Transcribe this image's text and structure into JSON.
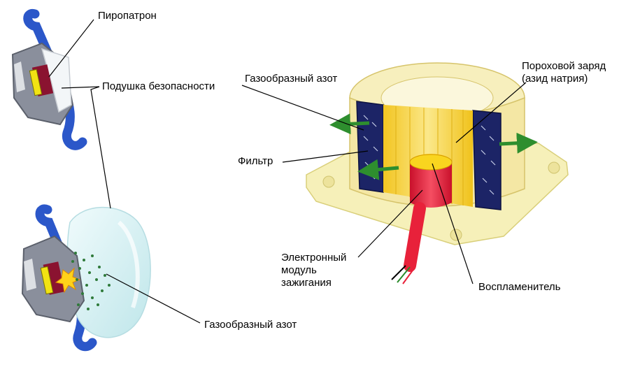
{
  "labels": {
    "pyro_cartridge": "Пиропатрон",
    "airbag": "Подушка безопасности",
    "nitrogen_gas_top": "Газообразный азот",
    "nitrogen_gas_bottom": "Газообразный азот",
    "powder_charge": "Пороховой заряд\n(азид натрия)",
    "filter": "Фильтр",
    "ignition_module": "Электронный\nмодуль\nзажигания",
    "igniter": "Воспламенитель"
  },
  "colors": {
    "steering_blue": "#2b57c9",
    "housing_gray": "#8a8f9c",
    "cartridge_yellow": "#f2e313",
    "cartridge_maroon": "#8a1330",
    "airbag_bag": "#dff4f6",
    "gas_dots": "#2f7a3a",
    "explosion": "#ffd21a",
    "base_plate": "#f6f0b9",
    "powder_yellow": "#f5d233",
    "filter_navy": "#1c2466",
    "igniter_red": "#e8213a",
    "arrow_green": "#2e8e2e",
    "leader_line": "#000000"
  }
}
